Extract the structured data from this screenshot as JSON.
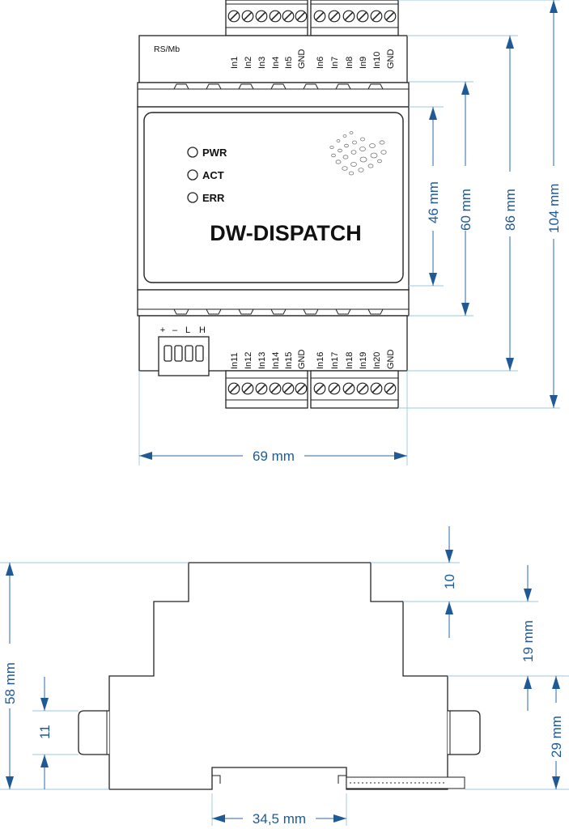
{
  "device": {
    "name": "DW-DISPATCH",
    "rs_label": "RS/Mb",
    "bus_labels": [
      "+",
      "–",
      "L",
      "H"
    ],
    "top_left_terminals": [
      "In1",
      "In2",
      "In3",
      "In4",
      "In5",
      "GND"
    ],
    "top_right_terminals": [
      "In6",
      "In7",
      "In8",
      "In9",
      "In10",
      "GND"
    ],
    "bottom_left_terminals": [
      "In11",
      "In12",
      "In13",
      "In14",
      "In15",
      "GND"
    ],
    "bottom_right_terminals": [
      "In16",
      "In17",
      "In18",
      "In19",
      "In20",
      "GND"
    ],
    "leds": [
      {
        "label": "PWR"
      },
      {
        "label": "ACT"
      },
      {
        "label": "ERR"
      }
    ]
  },
  "dimensions_front": {
    "width": "69 mm",
    "height_46": "46 mm",
    "height_60": "60 mm",
    "height_86": "86 mm",
    "height_104": "104 mm"
  },
  "dimensions_side": {
    "height_58": "58 mm",
    "step_10": "10",
    "step_19": "19 mm",
    "rail_29": "29 mm",
    "clip_11": "11",
    "rail_width": "34,5 mm"
  },
  "colors": {
    "dimension": "#1f5a96",
    "extension": "#9bc8e2",
    "outline": "#222222"
  }
}
